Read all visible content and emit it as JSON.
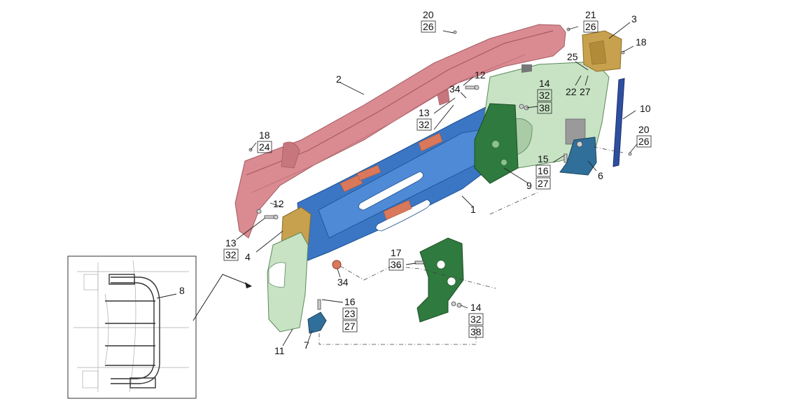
{
  "diagram": {
    "type": "exploded-parts-diagram",
    "palette": {
      "bumper_cover": "#d98b91",
      "main_beam": "#3a76c4",
      "side_panel": "#c7e3c4",
      "bracket": "#2f7a3e",
      "end_cap": "#c8a14e",
      "rail": "#2e4fa1",
      "pad": "#d9785a"
    },
    "callouts": [
      {
        "id": "c20a",
        "num": "20",
        "boxed": "26"
      },
      {
        "id": "c21",
        "num": "21",
        "boxed": "26"
      },
      {
        "id": "c3",
        "num": "3"
      },
      {
        "id": "c18a",
        "num": "18"
      },
      {
        "id": "c2",
        "num": "2"
      },
      {
        "id": "c12a",
        "num": "12"
      },
      {
        "id": "c34a",
        "num": "34"
      },
      {
        "id": "c25",
        "num": "25"
      },
      {
        "id": "c22",
        "num": "22"
      },
      {
        "id": "c27a",
        "num": "27"
      },
      {
        "id": "c14a",
        "num": "14",
        "boxed": "32",
        "boxed2": "38"
      },
      {
        "id": "c13a",
        "num": "13",
        "boxed": "32"
      },
      {
        "id": "c10",
        "num": "10"
      },
      {
        "id": "c18b",
        "num": "18",
        "boxed": "24"
      },
      {
        "id": "c20b",
        "num": "20",
        "boxed": "26"
      },
      {
        "id": "c15",
        "num": "15",
        "boxed": "16",
        "boxed2": "27"
      },
      {
        "id": "c6",
        "num": "6"
      },
      {
        "id": "c9",
        "num": "9"
      },
      {
        "id": "c1",
        "num": "1"
      },
      {
        "id": "c12b",
        "num": "12"
      },
      {
        "id": "c13b",
        "num": "13",
        "boxed": "32"
      },
      {
        "id": "c4",
        "num": "4"
      },
      {
        "id": "c17",
        "num": "17",
        "boxed": "36"
      },
      {
        "id": "c34b",
        "num": "34"
      },
      {
        "id": "c8",
        "num": "8"
      },
      {
        "id": "c16",
        "num": "16",
        "boxed": "23",
        "boxed2": "27"
      },
      {
        "id": "c14b",
        "num": "14",
        "boxed": "32",
        "boxed2": "38"
      },
      {
        "id": "c11",
        "num": "11"
      },
      {
        "id": "c7",
        "num": "7"
      }
    ]
  }
}
